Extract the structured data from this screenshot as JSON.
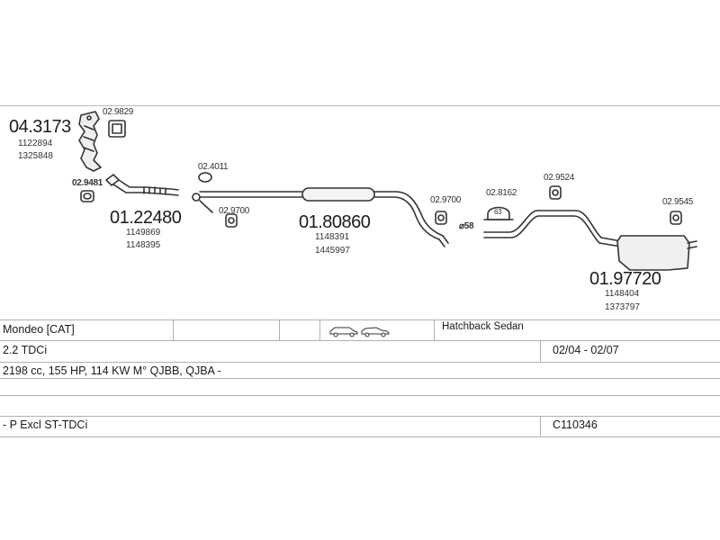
{
  "diagram": {
    "parts": {
      "cat_main": "04.3173",
      "cat_refs": [
        "1122894",
        "1325848"
      ],
      "front_pipe_main": "01.22480",
      "front_pipe_refs": [
        "1149869",
        "1148395"
      ],
      "center_main": "01.80860",
      "center_refs": [
        "1148391",
        "1445997"
      ],
      "rear_main": "01.97720",
      "rear_refs": [
        "1148404",
        "1373797"
      ]
    },
    "accessories": {
      "gasket_top": "02.9829",
      "gasket_left": "02.9481",
      "ring_clamp": "02.4011",
      "hanger_1": "02.9700",
      "hanger_2": "02.9700",
      "clamp_63": "02.8162",
      "hanger_3": "02.9524",
      "hanger_4": "02.9545"
    },
    "clamp_size_label": "63",
    "pipe_diameter": "⌀58"
  },
  "table": {
    "row1": {
      "model": "Mondeo  [CAT]",
      "body": "Hatchback Sedan"
    },
    "row2": {
      "engine": "2.2 TDCi",
      "years": "02/04 - 02/07"
    },
    "row3": {
      "spec": "2198 cc, 155 HP, 114 KW M° QJBB, QJBA -"
    },
    "row5": {
      "note": "- P Excl ST-TDCi",
      "code": "C110346"
    }
  },
  "colors": {
    "line": "#b0b0b0",
    "ink": "#222222"
  }
}
